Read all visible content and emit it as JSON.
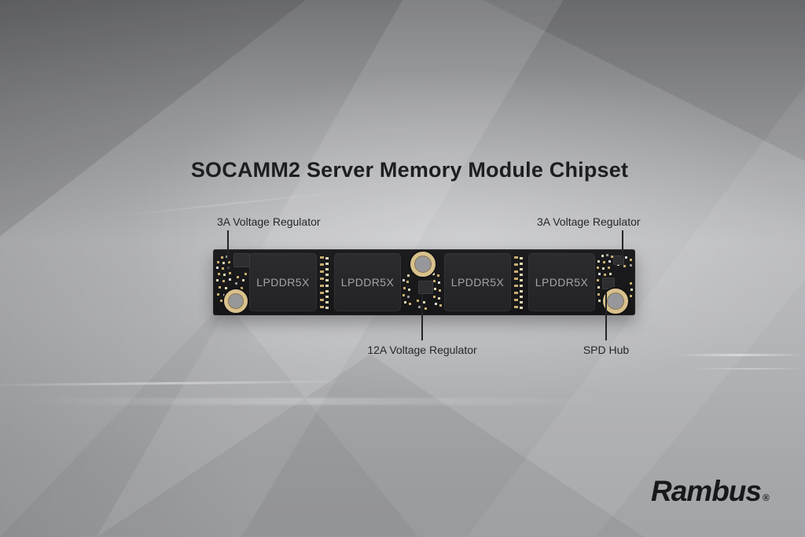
{
  "title": "SOCAMM2 Server Memory Module Chipset",
  "callouts": {
    "top_left": {
      "label": "3A Voltage Regulator"
    },
    "top_right": {
      "label": "3A Voltage Regulator"
    },
    "bottom_center": {
      "label": "12A Voltage Regulator"
    },
    "bottom_right": {
      "label": "SPD Hub"
    }
  },
  "module": {
    "chips": [
      {
        "label": "LPDDR5X"
      },
      {
        "label": "LPDDR5X"
      },
      {
        "label": "LPDDR5X"
      },
      {
        "label": "LPDDR5X"
      }
    ]
  },
  "brand": {
    "name": "Rambus",
    "registered_mark": "®"
  },
  "colors": {
    "pcb": "#1a1a1c",
    "chip": "#26262a",
    "gold": "#d9c18d",
    "background_light": "#c4c5c7",
    "background_dark": "#717275",
    "text": "#1d1e20"
  }
}
